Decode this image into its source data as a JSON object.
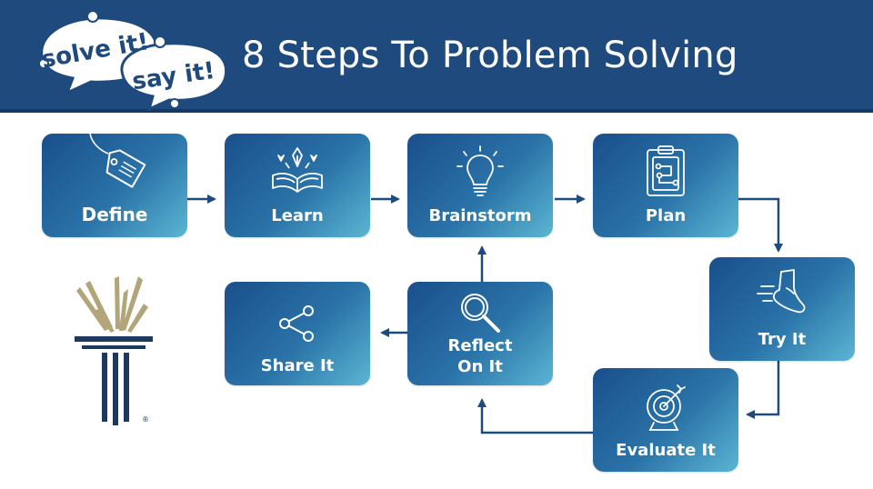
{
  "header": {
    "title": "8 Steps To Problem Solving",
    "logo_text_1": "solve it!",
    "logo_text_2": "say it!"
  },
  "steps": [
    {
      "label": "Define",
      "icon": "price-tag-icon"
    },
    {
      "label": "Learn",
      "icon": "open-book-icon"
    },
    {
      "label": "Brainstorm",
      "icon": "lightbulb-icon"
    },
    {
      "label": "Plan",
      "icon": "clipboard-icon"
    },
    {
      "label": "Try It",
      "icon": "running-foot-icon"
    },
    {
      "label": "Evaluate It",
      "icon": "target-icon"
    },
    {
      "label": "Reflect\nOn It",
      "label_line1": "Reflect",
      "label_line2": "On It",
      "icon": "magnifier-icon"
    },
    {
      "label": "Share It",
      "icon": "share-icon"
    }
  ],
  "colors": {
    "header": "#1f4a7e",
    "tile_dark": "#1a4f8c",
    "tile_light": "#5bb6d3",
    "arrow": "#1f4a7e",
    "torch_gold": "#b3a57a",
    "torch_navy": "#1d3a5e"
  }
}
